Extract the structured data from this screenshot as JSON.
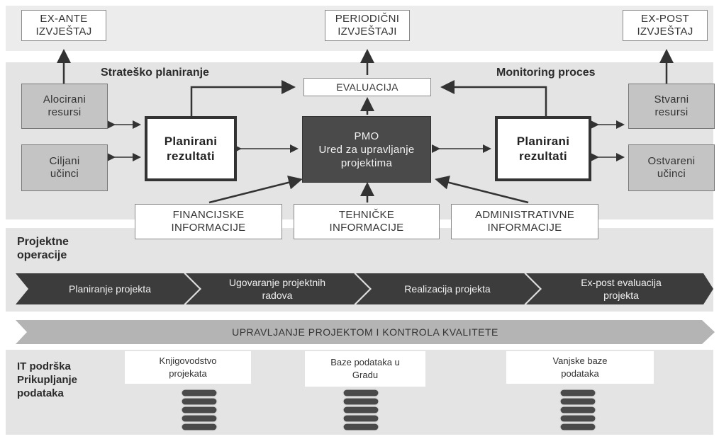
{
  "reports": {
    "exante": "EX-ANTE\nIZVJEŠTAJ",
    "periodicni": "PERIODIČNI\nIZVJEŠTAJI",
    "expost": "EX-POST\nIZVJEŠTAJ"
  },
  "sections": {
    "strateski": "Strateško planiranje",
    "monitoring": "Monitoring proces",
    "projektne": "Projektne\noperacije",
    "it": "IT podrška\nPrikupljanje\npodataka"
  },
  "left": {
    "alocirani": "Alocirani\nresursi",
    "ciljani": "Ciljani\nučinci",
    "planirani": "Planirani\nrezultati"
  },
  "center": {
    "evaluacija": "EVALUACIJA",
    "pmo": "PMO\nUred za upravljanje\nprojektima"
  },
  "right": {
    "stvarni": "Stvarni\nresursi",
    "ostvareni": "Ostvareni\nučinci",
    "planirani": "Planirani\nrezultati"
  },
  "info": {
    "financijske": "FINANCIJSKE\nINFORMACIJE",
    "tehnicke": "TEHNIČKE\nINFORMACIJE",
    "administrativne": "ADMINISTRATIVNE\nINFORMACIJE"
  },
  "process": {
    "steps": [
      "Planiranje projekta",
      "Ugovaranje projektnih\nradova",
      "Realizacija projekta",
      "Ex-post evaluacija\nprojekta"
    ],
    "quality": "UPRAVLJANJE PROJEKTOM I KONTROLA KVALITETE"
  },
  "databases": {
    "knjigovodstvo": "Knjigovodstvo\nprojekata",
    "baze_grad": "Baze podataka u\nGradu",
    "vanjske": "Vanjske baze\npodataka"
  }
}
